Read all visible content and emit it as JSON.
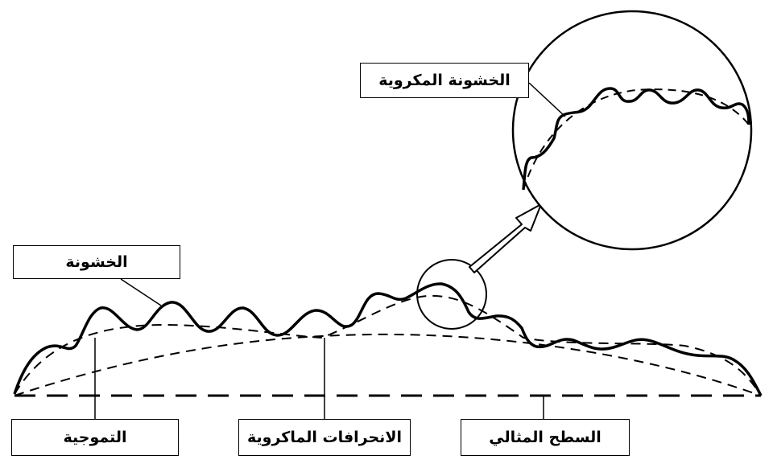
{
  "labels": {
    "micro_roughness": "الخشونة المكروية",
    "roughness": "الخشونة",
    "waviness": "التموجية",
    "macro_deviations": "الانحرافات الماكروية",
    "ideal_surface": "السطح المثالي"
  },
  "colors": {
    "ink": "#000000",
    "background": "#ffffff"
  }
}
